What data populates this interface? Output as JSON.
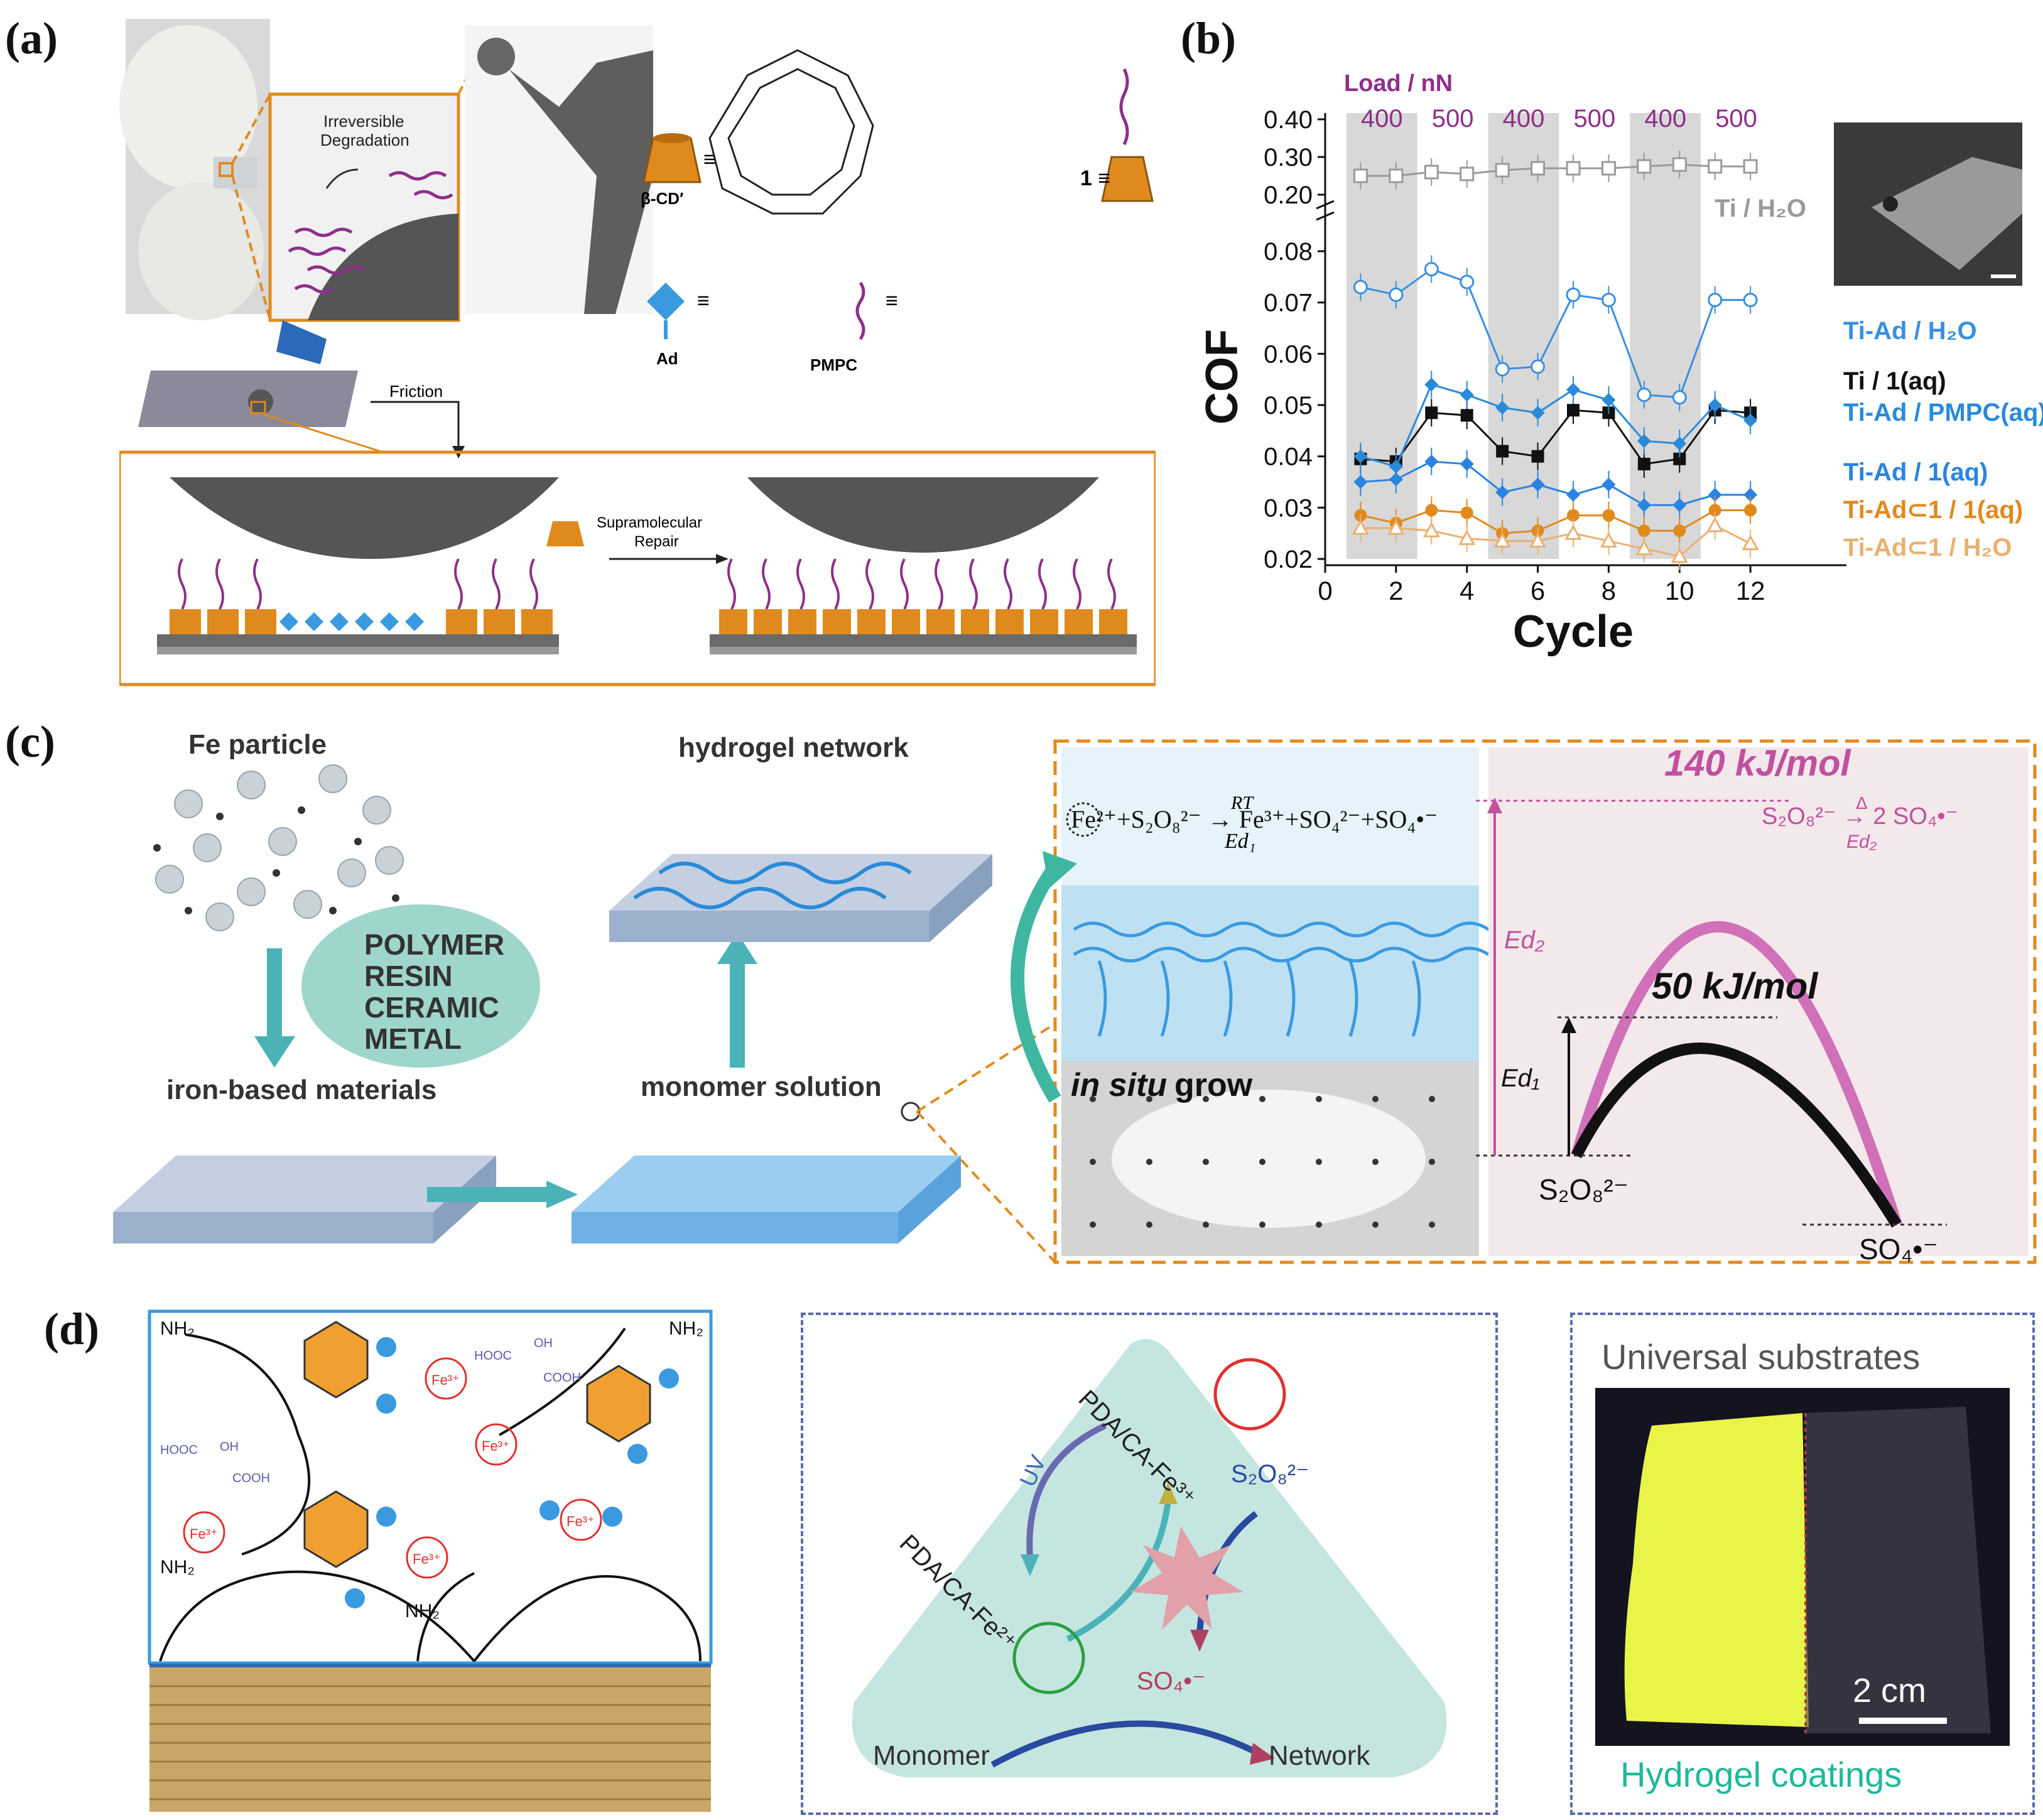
{
  "panels": {
    "a": {
      "letter": "(a)",
      "irreversible": "Irreversible",
      "degradation": "Degradation",
      "bcd_label": "β-CD′",
      "one_label": "1 ≡",
      "ad_label": "Ad",
      "pmpc_label": "PMPC",
      "friction": "Friction",
      "supramolecular": "Supramolecular",
      "repair": "Repair",
      "equiv": "≡"
    },
    "b": {
      "letter": "(b)"
    },
    "c": {
      "letter": "(c)",
      "fe_particle": "Fe  particle",
      "hydrogel_network": "hydrogel network",
      "materials_ellipse": [
        "POLYMER",
        "RESIN",
        "CERAMIC",
        "METAL"
      ],
      "iron_based": "iron-based materials",
      "monomer_solution": "monomer solution",
      "in_situ": "in situ",
      "grow": " grow",
      "energy_high": "140 kJ/mol",
      "energy_low": "50 kJ/mol",
      "ed1": "Ed₁",
      "ed2": "Ed₂",
      "s2o8": "S₂O₈²⁻",
      "so4": "SO₄•⁻",
      "reaction_persulfate": "S₂O₈²⁻ → 2 SO₄•⁻",
      "reaction_persulfate_top": "Δ",
      "reaction_persulfate_bottom": "Ed₂",
      "reaction_fe": "Fe²⁺+S₂O₈²⁻ → Fe³⁺+SO₄²⁻+SO₄•⁻",
      "reaction_fe_top": "RT",
      "reaction_fe_bottom": "Ed₁"
    },
    "d": {
      "letter": "(d)",
      "nh2": "NH₂",
      "fe3": "Fe³⁺",
      "oh": "OH",
      "hooc": "HOOC",
      "cooh": "COOH",
      "pda_fe3": "PDA/CA-Fe³⁺",
      "pda_fe2": "PDA/CA-Fe²⁺",
      "uv": "UV",
      "s2o8": "S₂O₈²⁻",
      "so4": "SO₄•⁻",
      "monomer": "Monomer",
      "network": "Network",
      "universal": "Universal substrates",
      "scale": "2 cm",
      "coatings": "Hydrogel coatings"
    }
  },
  "colors": {
    "orange": "#e08a1e",
    "purple": "#8e2f8a",
    "blue": "#2a8ad8",
    "teal": "#3fb6b8",
    "pink": "#d070b8",
    "hydrogel_green": "#e8f548"
  },
  "chart_data": {
    "type": "line",
    "xlabel": "Cycle",
    "ylabel": "COF",
    "xlim": [
      0,
      14
    ],
    "xticks": [
      "0",
      "2",
      "4",
      "6",
      "8",
      "10",
      "12"
    ],
    "yticks_lower": [
      "0.02",
      "0.03",
      "0.04",
      "0.05",
      "0.06",
      "0.07",
      "0.08"
    ],
    "yticks_upper": [
      "0.20",
      "0.30",
      "0.40"
    ],
    "load_title": "Load / nN",
    "load_labels": [
      "400",
      "500",
      "400",
      "500",
      "400",
      "500"
    ],
    "x": [
      1,
      2,
      3,
      4,
      5,
      6,
      7,
      8,
      9,
      10,
      11,
      12
    ],
    "series": [
      {
        "name": "Ti / H₂O",
        "color": "#9a9a9a",
        "values": [
          0.25,
          0.25,
          0.26,
          0.255,
          0.265,
          0.27,
          0.27,
          0.27,
          0.275,
          0.28,
          0.275,
          0.275
        ]
      },
      {
        "name": "Ti-Ad / H₂O",
        "color": "#3a8fe0",
        "values": [
          0.073,
          0.0715,
          0.0765,
          0.074,
          0.057,
          0.0575,
          0.0715,
          0.0705,
          0.052,
          0.0515,
          0.0705,
          0.0705
        ]
      },
      {
        "name": "Ti / 1(aq)",
        "color": "#111111",
        "values": [
          0.0395,
          0.039,
          0.0485,
          0.048,
          0.041,
          0.04,
          0.049,
          0.0485,
          0.0385,
          0.0395,
          0.049,
          0.0485
        ]
      },
      {
        "name": "Ti-Ad / PMPC(aq)",
        "color": "#2a8ad8",
        "values": [
          0.04,
          0.038,
          0.054,
          0.052,
          0.0495,
          0.0485,
          0.053,
          0.051,
          0.043,
          0.0425,
          0.05,
          0.047
        ]
      },
      {
        "name": "Ti-Ad / 1(aq)",
        "color": "#2a84e0",
        "values": [
          0.035,
          0.0355,
          0.039,
          0.0385,
          0.033,
          0.0345,
          0.0325,
          0.0345,
          0.0305,
          0.0305,
          0.0325,
          0.0325
        ]
      },
      {
        "name": "Ti-Ad⊂1 / 1(aq)",
        "color": "#e08a1e",
        "values": [
          0.0285,
          0.027,
          0.0295,
          0.029,
          0.025,
          0.0255,
          0.0285,
          0.0285,
          0.0255,
          0.0255,
          0.0295,
          0.0295
        ]
      },
      {
        "name": "Ti-Ad⊂1 / H₂O",
        "color": "#eab070",
        "values": [
          0.026,
          0.026,
          0.0255,
          0.024,
          0.0235,
          0.0235,
          0.025,
          0.0235,
          0.022,
          0.0205,
          0.0265,
          0.023
        ]
      }
    ]
  }
}
